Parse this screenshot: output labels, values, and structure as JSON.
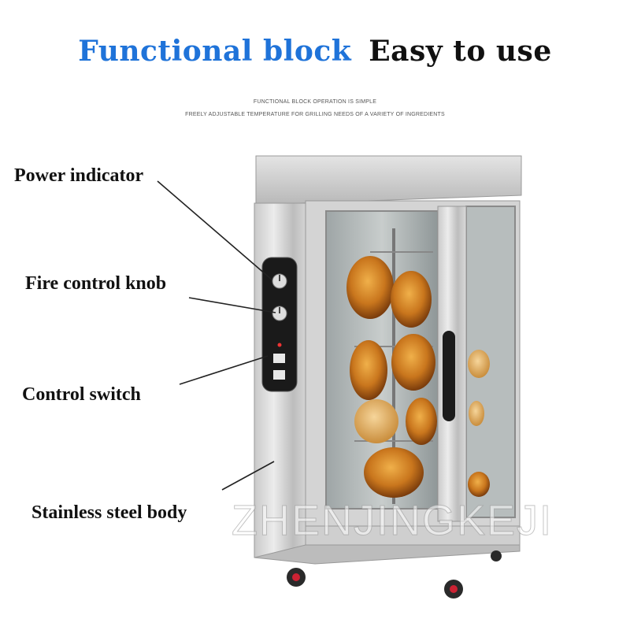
{
  "heading": {
    "blue_text": "Functional block",
    "black_text": "Easy to use",
    "blue_color": "#1f73d9"
  },
  "subheading": {
    "line1": "FUNCTIONAL BLOCK OPERATION IS SIMPLE",
    "line2": "FREELY ADJUSTABLE TEMPERATURE FOR GRILLING NEEDS OF A VARIETY OF INGREDIENTS"
  },
  "callouts": {
    "power_indicator": "Power indicator",
    "fire_control_knob": "Fire control knob",
    "control_switch": "Control switch",
    "stainless_steel_body": "Stainless steel body"
  },
  "watermark": "ZHENJINGKEJI",
  "product": {
    "name": "rotisserie-chicken-oven",
    "icons": [
      "power-indicator-icon",
      "fire-control-knob-icon",
      "control-switch-icon",
      "door-handle-icon",
      "caster-wheel-icon"
    ]
  }
}
